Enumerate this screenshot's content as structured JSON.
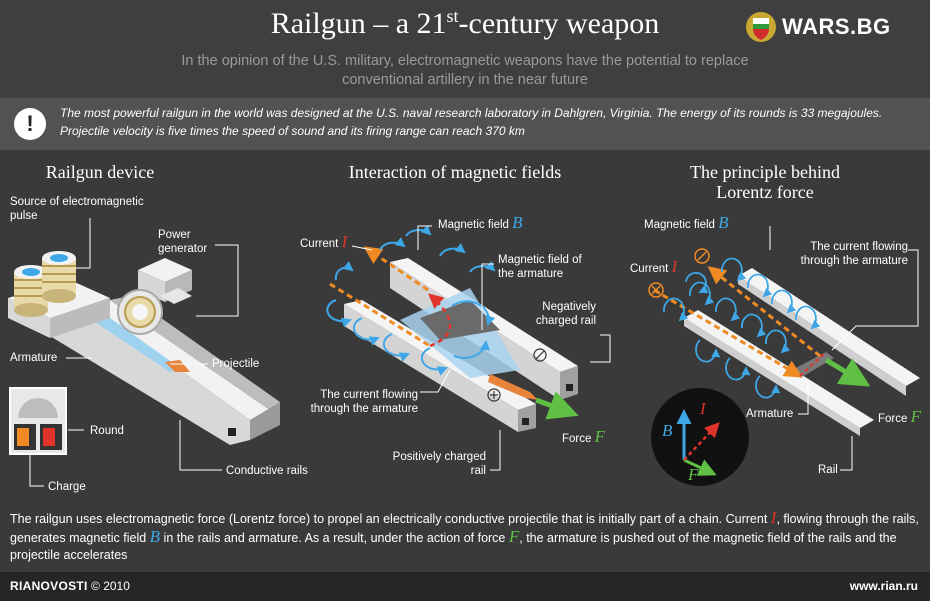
{
  "header": {
    "title_main": "Railgun – a 21",
    "title_sup": "st",
    "title_tail": "-century weapon",
    "subtitle": "In the opinion of the U.S. military, electromagnetic weapons have the potential to replace conventional artillery in the near future",
    "logo_text": "WARS.BG"
  },
  "info": {
    "icon": "!",
    "text": "The most powerful railgun in the world was designed at the U.S. naval research laboratory in Dahlgren, Virginia. The energy of its rounds is 33 megajoules. Projectile velocity is five times the speed of sound and its firing range can reach 370 km"
  },
  "sections": {
    "device": {
      "title": "Railgun device",
      "source_label": "Source of electromagnetic pulse",
      "power_label": "Power generator",
      "armature_label": "Armature",
      "projectile_label": "Projectile",
      "round_label": "Round",
      "rails_label": "Conductive rails",
      "charge_label": "Charge"
    },
    "interaction": {
      "title": "Interaction of magnetic fields",
      "current_label": "Current",
      "field_label": "Magnetic field",
      "armature_field_label": "Magnetic field of the armature",
      "negative_rail_label": "Negatively charged rail",
      "armature_current_label": "The current flowing through the armature",
      "positive_rail_label": "Positively charged rail",
      "force_label": "Force"
    },
    "lorentz": {
      "title": "The principle behind Lorentz force",
      "field_label": "Magnetic field",
      "current_label": "Current",
      "armature_current_label": "The current flowing through the armature",
      "armature_label": "Armature",
      "force_label": "Force",
      "rail_label": "Rail"
    }
  },
  "symbols": {
    "I": "I",
    "B": "B",
    "F": "F"
  },
  "bottom": {
    "part1": "The railgun uses electromagnetic force (Lorentz force) to propel an electrically conductive projectile that is initially part of a chain. Current ",
    "part2": ", flowing through the rails, generates magnetic field ",
    "part3": " in the rails and armature. As a result, under the action of force ",
    "part4": ", the armature is pushed out of the magnetic field of the rails and the projectile accelerates"
  },
  "footer": {
    "left_brand": "RIANOVOSTI",
    "left_copy": "© 2010",
    "right": "www.rian.ru"
  },
  "colors": {
    "current": "#e0342a",
    "field": "#3da7e8",
    "force": "#5fc045",
    "current_path": "#f08a22"
  }
}
